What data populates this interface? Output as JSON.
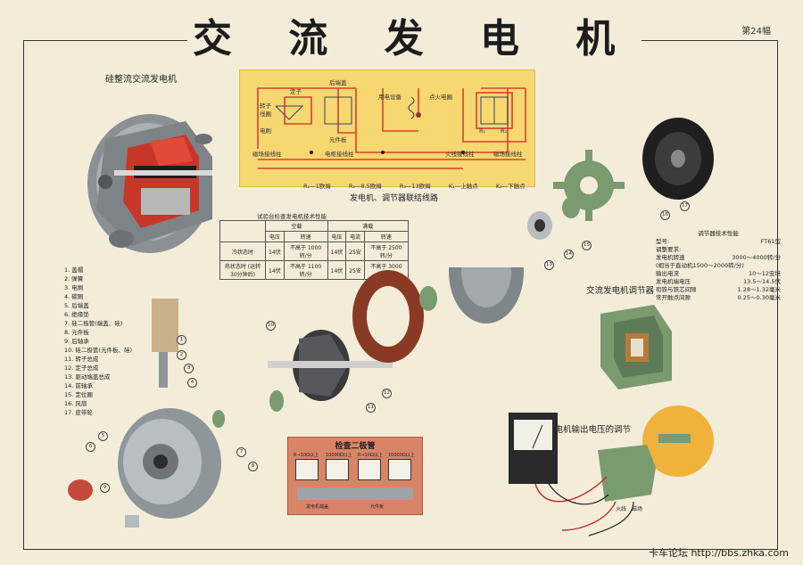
{
  "title": "交 流 发 电 机",
  "sheet_number": "第24幅",
  "footer": "卡车论坛  http://bbs.zhka.com",
  "labels": {
    "rectifier_alternator": "硅整流交流发电机",
    "wiring_caption": "发电机、调节器联结线路",
    "regulator": "交流发电机调节器",
    "output_adjust": "发电机输出电压的调节"
  },
  "wiring": {
    "stator": "定子",
    "rotor": "转子",
    "winding": "线圈",
    "brush": "电刷",
    "rear_cover": "后端盖",
    "components": "元件板",
    "field_terminal": "磁场接线柱",
    "armature_terminal": "电枢接线柱",
    "battery": "用电设备",
    "ignition": "点火电圈",
    "fire_terminal": "火线接线柱",
    "field_terminal_2": "磁场接线柱",
    "r1": "R₁",
    "r2": "R₂",
    "legend": [
      "R₁—1欧姆",
      "R₂—8.5欧姆",
      "R₃—13欧姆",
      "K₁—上触点",
      "K₂—下触点"
    ]
  },
  "perf_table": {
    "title": "试验台检查发电机技术性能",
    "header_top": [
      "",
      "空载",
      "满载"
    ],
    "header_sub": [
      "电压",
      "转速",
      "电压",
      "电流",
      "转速"
    ],
    "rows": [
      [
        "冷状态时",
        "14伏",
        "不高于 1000转/分",
        "14伏",
        "25安",
        "不高于 2500转/分"
      ],
      [
        "热状态时 (运转30分钟后)",
        "14伏",
        "不高于 1100转/分",
        "14伏",
        "25安",
        "不高于 3000转/分"
      ]
    ]
  },
  "parts_list": [
    "1. 盖帽",
    "2. 弹簧",
    "3. 电刷",
    "4. 碳刷",
    "5. 后端盖",
    "6. 绝缘垫",
    "7. 硅二极管(端盖、硅)",
    "8. 元件板",
    "9. 后轴承",
    "10. 硅二极管(元件板、硅)",
    "11. 转子总成",
    "12. 定子总成",
    "13. 驱动端盖总成",
    "14. 前轴承",
    "15. 定位圈",
    "16. 风扇",
    "17. 皮带轮"
  ],
  "regulator_spec": {
    "title": "调节器技术性能",
    "model_label": "型号:",
    "model": "FT61型",
    "requirements": "调整要求:",
    "rows": [
      [
        "发电机转速",
        "3000～4000转/分"
      ],
      [
        "(相当于直动机1500～2000转/分)",
        ""
      ],
      [
        "输出电流",
        "10～12安培"
      ],
      [
        "发电机端电压",
        "13.5～14.5伏"
      ],
      [
        "衔铁与铁芯间隙",
        "1.28～1.32毫米"
      ],
      [
        "常开触点间隙",
        "0.25～0.30毫米"
      ]
    ]
  },
  "diode_panel": {
    "title": "检查二极管",
    "meter_labels": [
      "R→10Ω以上",
      "10000Ω以上",
      "R→10Ω以上",
      "10000Ω以上"
    ],
    "bottom_labels": [
      "发电机端盖",
      "元件板"
    ]
  },
  "output_labels": [
    "火线",
    "磁场"
  ],
  "part_numbers": [
    "1",
    "2",
    "3",
    "4",
    "5",
    "6",
    "7",
    "8",
    "9",
    "10",
    "11",
    "12",
    "13",
    "14",
    "15",
    "16",
    "17"
  ],
  "colors": {
    "background": "#f3ecd9",
    "wiring_panel": "#f6d770",
    "diode_panel": "#d98466",
    "wire_red": "#d8412e",
    "stator_copper": "#b5462a",
    "metal": "#9aa0a4",
    "green": "#7a9a70"
  }
}
